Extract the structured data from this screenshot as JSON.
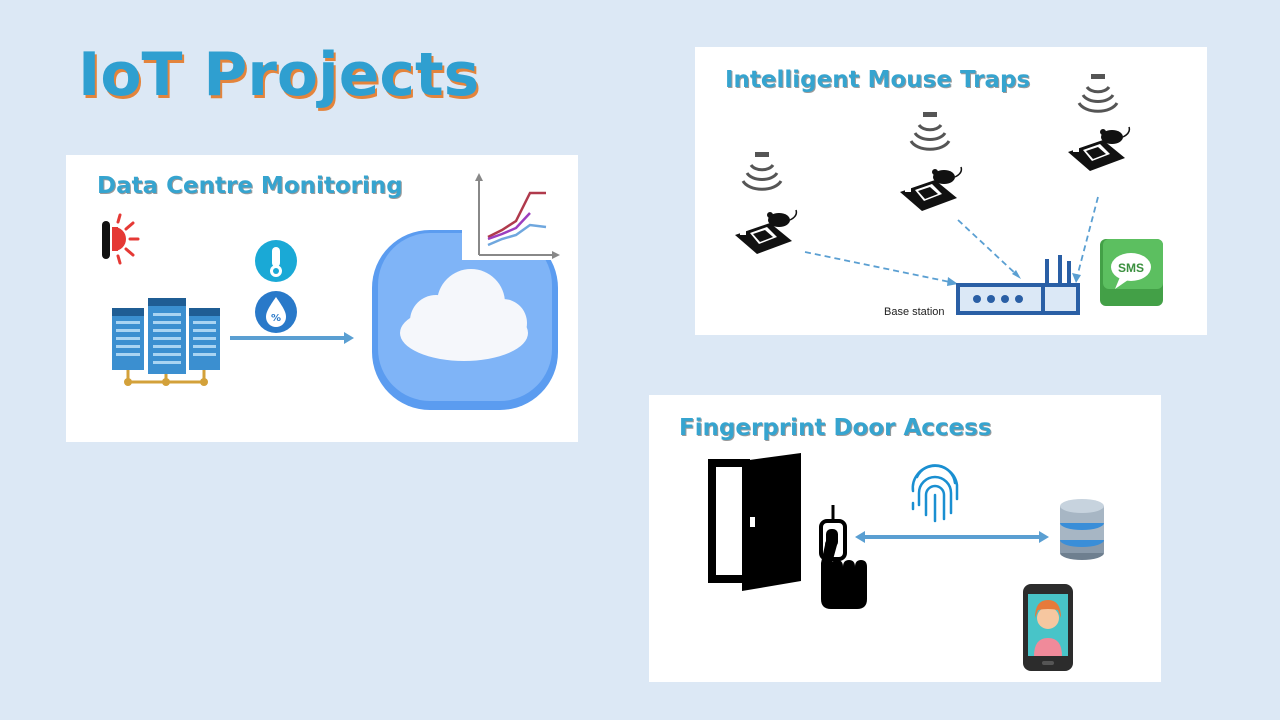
{
  "slide": {
    "title": "IoT Projects"
  },
  "panels": {
    "data_centre": {
      "title": "Data Centre Monitoring"
    },
    "mouse_traps": {
      "title": "Intelligent Mouse Traps",
      "base_station_label": "Base station",
      "sms_label": "SMS"
    },
    "fingerprint": {
      "title": "Fingerprint Door Access"
    }
  },
  "colors": {
    "background": "#dce8f5",
    "title": "#2f9fd0",
    "title_shadow": "#e3843c",
    "panel_title": "#36a4cf",
    "arrow": "#5a9fd2",
    "cloud_bg": "#5b9cf0",
    "sms_green": "#4caf50"
  }
}
